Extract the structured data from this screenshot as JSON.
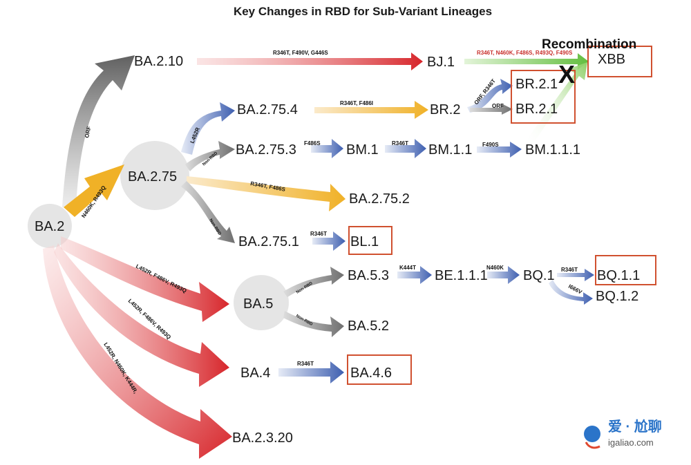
{
  "title": "Key Changes in RBD for Sub-Variant Lineages",
  "recombination_label": "Recombination",
  "recombination_mark": "X",
  "nodes": {
    "ba2": "BA.2",
    "ba2_10": "BA.2.10",
    "bj1": "BJ.1",
    "xbb": "XBB",
    "br21_a": "BR.2.1",
    "br21_b": "BR.2.1",
    "ba2_75": "BA.2.75",
    "ba2_75_4": "BA.2.75.4",
    "br2": "BR.2",
    "ba2_75_3": "BA.2.75.3",
    "bm1": "BM.1",
    "bm1_1": "BM.1.1",
    "bm1_1_1": "BM.1.1.1",
    "ba2_75_2": "BA.2.75.2",
    "ba2_75_1": "BA.2.75.1",
    "bl1": "BL.1",
    "ba5": "BA.5",
    "ba5_3": "BA.5.3",
    "be1_1_1": "BE.1.1.1",
    "bq1": "BQ.1",
    "bq1_1": "BQ.1.1",
    "bq1_2": "BQ.1.2",
    "ba5_2": "BA.5.2",
    "ba4": "BA.4",
    "ba4_6": "BA.4.6",
    "ba2_3_20": "BA.2.3.20"
  },
  "mutations": {
    "orf": "ORF",
    "n460k_r493q": "N460K, R493Q",
    "ba2_10_to_bj1": "R346T, F490V, G446S",
    "bj1_to_xbb": "R346T, N460K, F486S, R493Q, F490S",
    "l452r": "L452R",
    "non_rbd_a": "Non-RBD",
    "ba2_75_4_to_br2": "R346T, F486I",
    "orf_r346t": "ORF, R346T",
    "orf_b": "ORF",
    "f486s": "F486S",
    "r346t_a": "R346T",
    "f490s": "F490S",
    "r346t_f486s": "R346T, F486S",
    "non_rbd_b": "Non-RBD",
    "r346t_b": "R346T",
    "l452r_f486v_r493q_a": "L452R, F486V, R493Q",
    "l452r_f486v_r493q_b": "L452R, F486V, R493Q",
    "l452r_n460k_k444r": "L452R, N460K, K444R,",
    "non_rbd_c": "Non-RBD",
    "non_rbd_d": "Non-RBD",
    "k444t": "K444T",
    "n460k": "N460K",
    "r346t_c": "R346T",
    "i666v": "I666V",
    "r346t_d": "R346T"
  },
  "watermark": {
    "text": "爱 · 尬聊",
    "url": "igaliao.com"
  },
  "colors": {
    "red": "#d7262b",
    "gray": "#7a7a7a",
    "blue": "#3e5fb0",
    "gold": "#f0b127",
    "green": "#63be3f",
    "box": "#d0502f",
    "circle": "#e3e3e3"
  }
}
